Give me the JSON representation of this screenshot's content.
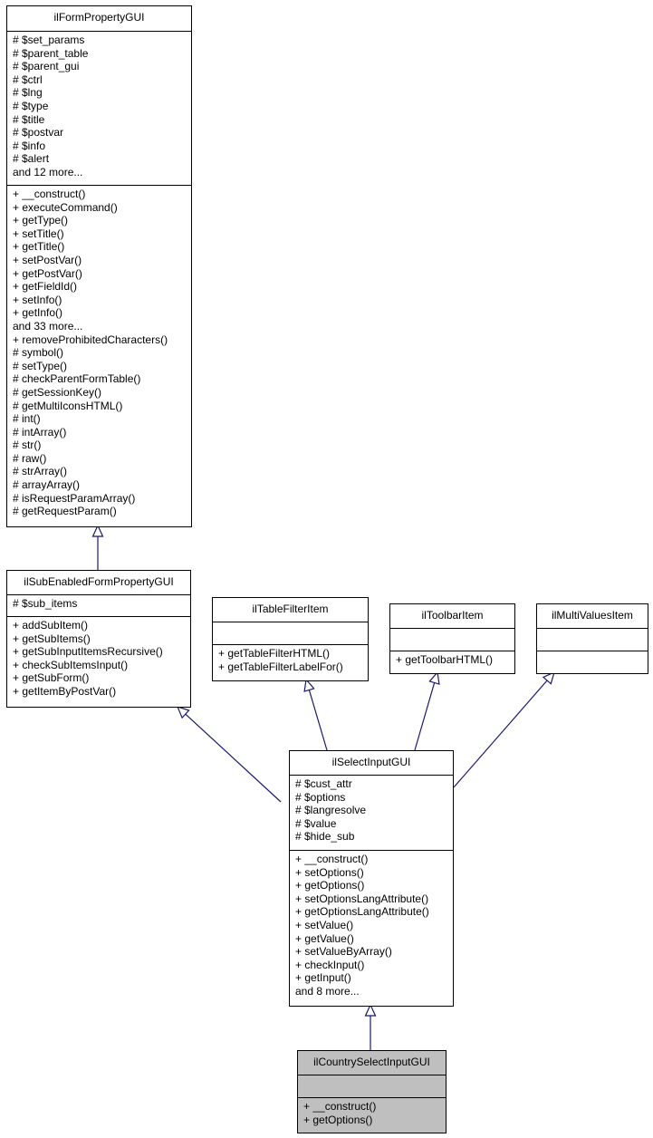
{
  "edge_color": "#191970",
  "highlight_color": "#bfbfbf",
  "classes": [
    {
      "id": "ilFormPropertyGUI",
      "name": "ilFormPropertyGUI",
      "highlighted": false,
      "attributes": [
        "# $set_params",
        "# $parent_table",
        "# $parent_gui",
        "# $ctrl",
        "# $lng",
        "# $type",
        "# $title",
        "# $postvar",
        "# $info",
        "# $alert",
        "and 12 more..."
      ],
      "methods": [
        "+ __construct()",
        "+ executeCommand()",
        "+ getType()",
        "+ setTitle()",
        "+ getTitle()",
        "+ setPostVar()",
        "+ getPostVar()",
        "+ getFieldId()",
        "+ setInfo()",
        "+ getInfo()",
        "and 33 more...",
        "+ removeProhibitedCharacters()",
        "# symbol()",
        "# setType()",
        "# checkParentFormTable()",
        "# getSessionKey()",
        "# getMultiIconsHTML()",
        "# int()",
        "# intArray()",
        "# str()",
        "# raw()",
        "# strArray()",
        "# arrayArray()",
        "# isRequestParamArray()",
        "# getRequestParam()"
      ]
    },
    {
      "id": "ilSubEnabledFormPropertyGUI",
      "name": "ilSubEnabledFormPropertyGUI",
      "highlighted": false,
      "attributes": [
        "# $sub_items"
      ],
      "methods": [
        "+ addSubItem()",
        "+ getSubItems()",
        "+ getSubInputItemsRecursive()",
        "+ checkSubItemsInput()",
        "+ getSubForm()",
        "+ getItemByPostVar()"
      ]
    },
    {
      "id": "ilTableFilterItem",
      "name": "ilTableFilterItem",
      "highlighted": false,
      "attributes": [],
      "methods": [
        "+ getTableFilterHTML()",
        "+ getTableFilterLabelFor()"
      ]
    },
    {
      "id": "ilToolbarItem",
      "name": "ilToolbarItem",
      "highlighted": false,
      "attributes": [],
      "methods": [
        "+ getToolbarHTML()"
      ]
    },
    {
      "id": "ilMultiValuesItem",
      "name": "ilMultiValuesItem",
      "highlighted": false,
      "attributes": [],
      "methods": []
    },
    {
      "id": "ilSelectInputGUI",
      "name": "ilSelectInputGUI",
      "highlighted": false,
      "attributes": [
        "# $cust_attr",
        "# $options",
        "# $langresolve",
        "# $value",
        "# $hide_sub"
      ],
      "methods": [
        "+ __construct()",
        "+ setOptions()",
        "+ getOptions()",
        "+ setOptionsLangAttribute()",
        "+ getOptionsLangAttribute()",
        "+ setValue()",
        "+ getValue()",
        "+ setValueByArray()",
        "+ checkInput()",
        "+ getInput()",
        "and 8 more..."
      ]
    },
    {
      "id": "ilCountrySelectInputGUI",
      "name": "ilCountrySelectInputGUI",
      "highlighted": true,
      "attributes": [],
      "methods": [
        "+ __construct()",
        "+ getOptions()"
      ]
    }
  ],
  "inheritance": [
    {
      "child": "ilSubEnabledFormPropertyGUI",
      "parent": "ilFormPropertyGUI"
    },
    {
      "child": "ilSelectInputGUI",
      "parent": "ilSubEnabledFormPropertyGUI"
    },
    {
      "child": "ilSelectInputGUI",
      "parent": "ilTableFilterItem"
    },
    {
      "child": "ilSelectInputGUI",
      "parent": "ilToolbarItem"
    },
    {
      "child": "ilSelectInputGUI",
      "parent": "ilMultiValuesItem"
    },
    {
      "child": "ilCountrySelectInputGUI",
      "parent": "ilSelectInputGUI"
    }
  ]
}
